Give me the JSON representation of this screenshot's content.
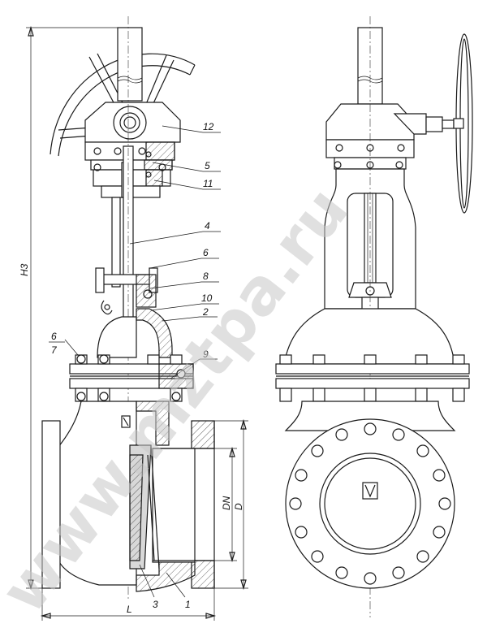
{
  "callouts": {
    "c1": "1",
    "c2": "2",
    "c3": "3",
    "c4": "4",
    "c5": "5",
    "c6a": "6",
    "c6b": "6",
    "c7": "7",
    "c8": "8",
    "c9": "9",
    "c10": "10",
    "c11": "11",
    "c12": "12"
  },
  "dimensions": {
    "height": "H3",
    "length": "L",
    "dn": "DN",
    "d": "D"
  },
  "watermark": "www.mztpa.ru",
  "colors": {
    "line": "#1a1a1a",
    "section_fill": "#d8d8d8",
    "watermark": "#c8c8c8"
  }
}
